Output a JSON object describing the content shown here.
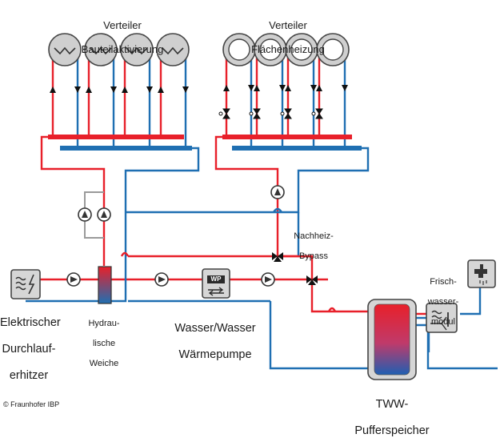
{
  "labels": {
    "verteiler_bta_1": "Verteiler",
    "verteiler_bta_2": "Bauteilaktivierung",
    "verteiler_fh_1": "Verteiler",
    "verteiler_fh_2": "Flächenheizung",
    "nachheiz_1": "Nachheiz-",
    "nachheiz_2": "Bypass",
    "durchlauf_1": "Elektrischer",
    "durchlauf_2": "Durchlauf-",
    "durchlauf_3": "erhitzer",
    "weiche_1": "Hydrau-",
    "weiche_2": "lische",
    "weiche_3": "Weiche",
    "wp_1": "Wasser/Wasser",
    "wp_2": "Wärmepumpe",
    "wp_box": "WP",
    "speicher_1": "TWW-",
    "speicher_2": "Pufferspeicher",
    "frisch_1": "Frisch-",
    "frisch_2": "wasser-",
    "frisch_3": "modul",
    "copyright": "© Fraunhofer IBP"
  },
  "colors": {
    "supply": "#e8202a",
    "return": "#1f6fb2",
    "grey": "#9a9a9a",
    "component": "#d6d6d6"
  }
}
